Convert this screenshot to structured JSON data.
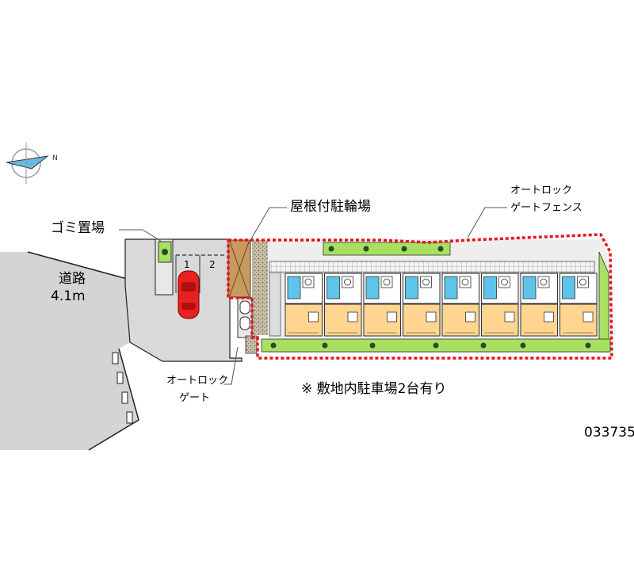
{
  "labels": {
    "garbage": "ゴミ置場",
    "covered_bike_parking": "屋根付駐輪場",
    "autolock_gate_fence_line1": "オートロック",
    "autolock_gate_fence_line2": "ゲートフェンス",
    "road_name": "道路",
    "road_width": "4.1m",
    "autolock_gate_line1": "オートロック",
    "autolock_gate_line2": "ゲート",
    "parking_note": "※ 敷地内駐車場2台有り",
    "property_code": "033735"
  },
  "parking_spaces": [
    "1",
    "2"
  ],
  "compass": {
    "direction": "N",
    "label": "N"
  },
  "units": [
    {
      "id": "u1"
    },
    {
      "id": "u2"
    },
    {
      "id": "u3"
    },
    {
      "id": "u4"
    },
    {
      "id": "u5"
    },
    {
      "id": "u6"
    },
    {
      "id": "u7"
    },
    {
      "id": "u8"
    }
  ],
  "colors": {
    "road": "#d4d4d4",
    "site_boundary": "#e8141c",
    "greenery": "#a8e060",
    "unit_floor": "#ffd590",
    "unit_entry": "#5ec4ea",
    "car": "#e82020",
    "bike_shed": "#c89a60"
  }
}
